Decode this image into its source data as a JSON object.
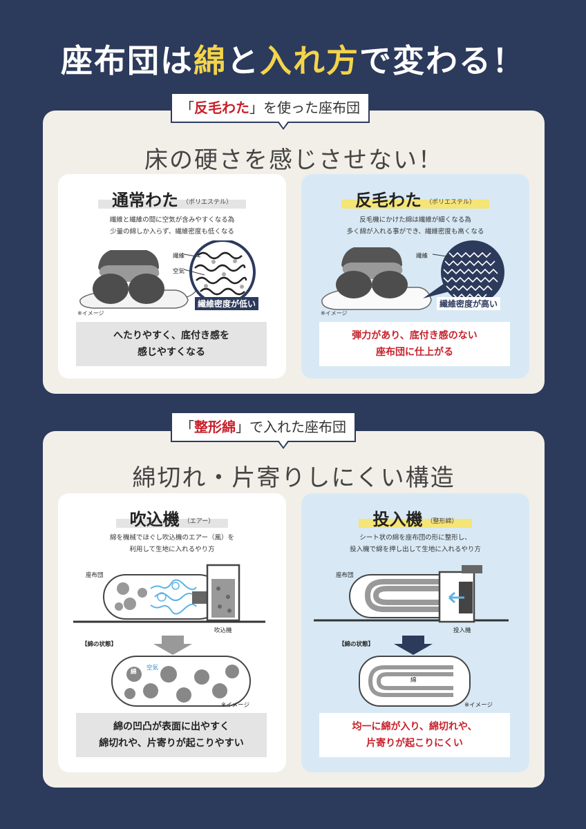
{
  "header": {
    "title_pre": "座布団は",
    "title_hl1": "綿",
    "title_mid": "と",
    "title_hl2": "入れ方",
    "title_post": "で変わる！"
  },
  "section1": {
    "tag_pre": "「",
    "tag_red": "反毛わた",
    "tag_post": "」を使った座布団",
    "heading": "床の硬さを感じさせない！",
    "left": {
      "title": "通常わた",
      "sub": "（ポリエステル）",
      "desc1": "繊維と繊維の間に空気が含みやすくなる為",
      "desc2": "少量の綿しか入らず、繊維密度も低くなる",
      "label_fiber": "繊維",
      "label_air": "空気",
      "density": "繊維密度が低い",
      "note": "※イメージ",
      "result1": "へたりやすく、底付き感を",
      "result2": "感じやすくなる"
    },
    "right": {
      "title": "反毛わた",
      "sub": "（ポリエステル）",
      "desc1": "反毛機にかけた綿は繊維が細くなる為",
      "desc2": "多く綿が入れる事ができ、繊維密度も高くなる",
      "label_fiber": "繊維",
      "density": "繊維密度が高い",
      "note": "※イメージ",
      "result1": "弾力があり、底付き感のない",
      "result2": "座布団に仕上がる"
    }
  },
  "section2": {
    "tag_pre": "「",
    "tag_red": "整形綿",
    "tag_post": "」で入れた座布団",
    "heading": "綿切れ・片寄りしにくい構造",
    "left": {
      "title": "吹込機",
      "sub": "（エアー）",
      "desc1": "綿を機械でほぐし吹込機のエアー（風）を",
      "desc2": "利用して生地に入れるやり方",
      "label_zabuton": "座布団",
      "label_machine": "吹込機",
      "state": "【綿の状態】",
      "cotton": "綿",
      "air": "空気",
      "note": "※イメージ",
      "result1": "綿の凹凸が表面に出やすく",
      "result2": "綿切れや、片寄りが起こりやすい"
    },
    "right": {
      "title": "投入機",
      "sub": "（整形綿）",
      "desc1": "シート状の綿を座布団の形に整形し、",
      "desc2": "投入機で綿を押し出して生地に入れるやり方",
      "label_zabuton": "座布団",
      "label_machine": "投入機",
      "state": "【綿の状態】",
      "cotton": "綿",
      "note": "※イメージ",
      "result1": "均一に綿が入り、綿切れや、",
      "result2": "片寄りが起こりにくい"
    }
  },
  "colors": {
    "background": "#2c3a5c",
    "panel": "#f2efe8",
    "accent_yellow": "#f3d44a",
    "accent_red": "#c8202b",
    "card_blue": "#d8e9f5"
  }
}
